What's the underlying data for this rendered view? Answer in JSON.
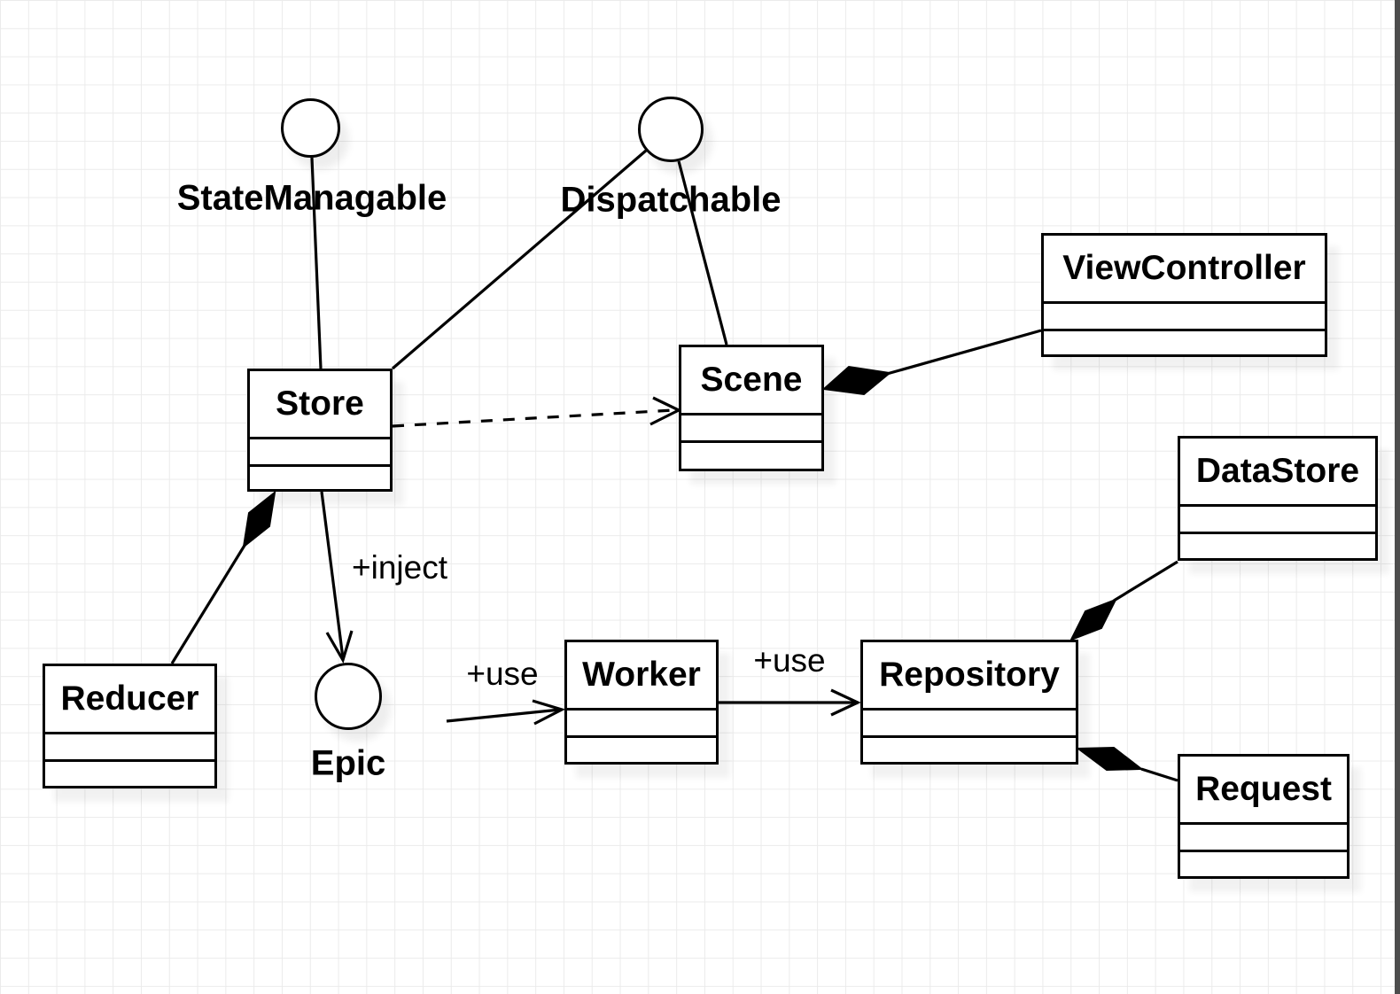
{
  "canvas": {
    "background_color": "#ffffff",
    "grid_color": "#ebebeb",
    "stroke_color": "#000000",
    "scrollbar_color": "#4d4d4d"
  },
  "interfaces": [
    {
      "id": "state-managable",
      "label": "StateManagable"
    },
    {
      "id": "dispatchable",
      "label": "Dispatchable"
    },
    {
      "id": "epic",
      "label": "Epic"
    }
  ],
  "classes": [
    {
      "id": "store",
      "name": "Store"
    },
    {
      "id": "scene",
      "name": "Scene"
    },
    {
      "id": "view-controller",
      "name": "ViewController"
    },
    {
      "id": "reducer",
      "name": "Reducer"
    },
    {
      "id": "worker",
      "name": "Worker"
    },
    {
      "id": "repository",
      "name": "Repository"
    },
    {
      "id": "data-store",
      "name": "DataStore"
    },
    {
      "id": "request",
      "name": "Request"
    }
  ],
  "edge_labels": {
    "inject": "+inject",
    "use_worker": "+use",
    "use_repository": "+use"
  }
}
